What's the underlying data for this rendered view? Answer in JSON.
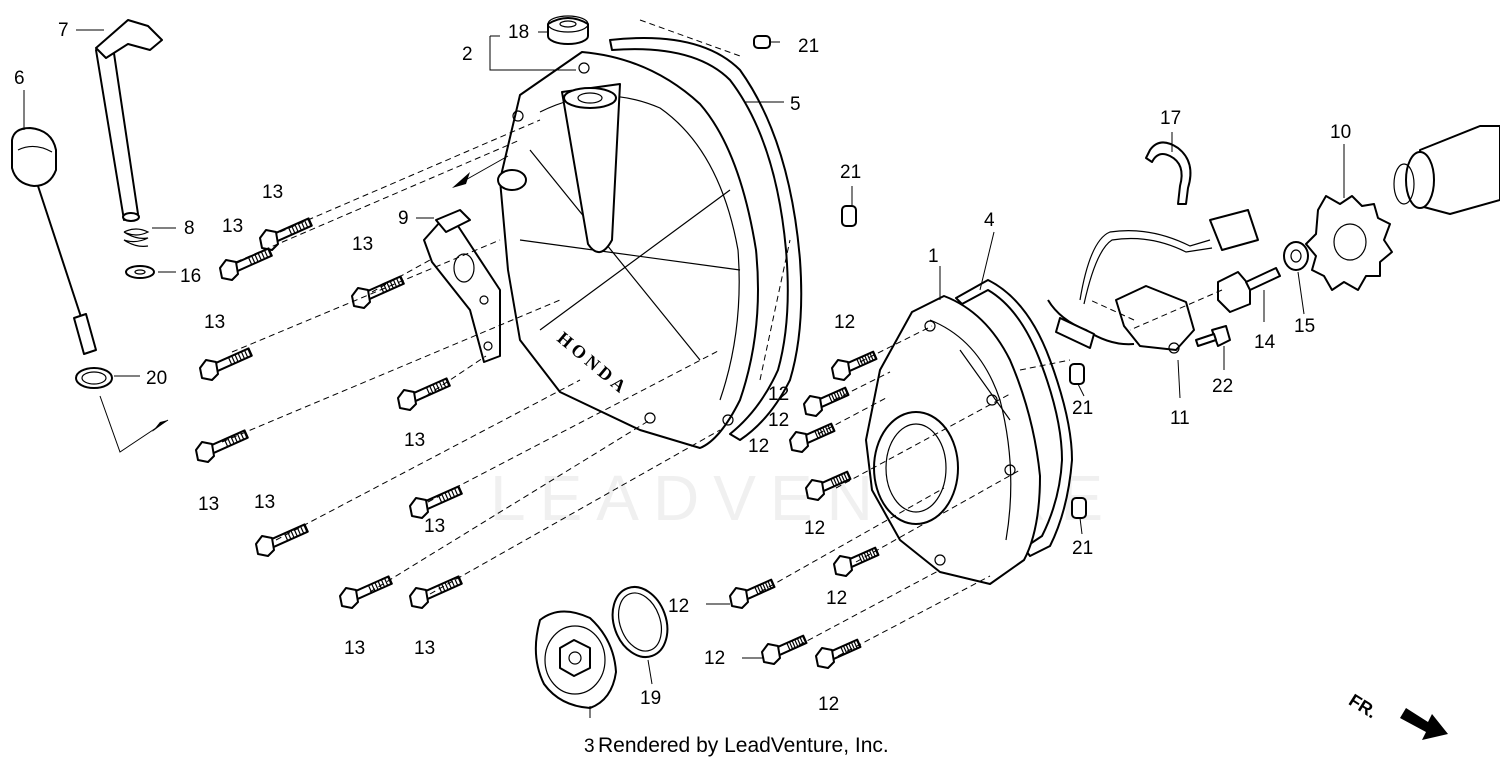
{
  "watermark": "LEADVENTURE",
  "credit": "Rendered by LeadVenture, Inc.",
  "front_marker": {
    "label": "FR."
  },
  "casting_text": "HONDA",
  "callouts": [
    {
      "id": "c1",
      "text": "1"
    },
    {
      "id": "c2",
      "text": "2"
    },
    {
      "id": "c3",
      "text": "3"
    },
    {
      "id": "c4",
      "text": "4"
    },
    {
      "id": "c5",
      "text": "5"
    },
    {
      "id": "c6",
      "text": "6"
    },
    {
      "id": "c7",
      "text": "7"
    },
    {
      "id": "c8",
      "text": "8"
    },
    {
      "id": "c9",
      "text": "9"
    },
    {
      "id": "c10",
      "text": "10"
    },
    {
      "id": "c11",
      "text": "11"
    },
    {
      "id": "c12a",
      "text": "12"
    },
    {
      "id": "c12b",
      "text": "12"
    },
    {
      "id": "c12c",
      "text": "12"
    },
    {
      "id": "c12d",
      "text": "12"
    },
    {
      "id": "c12e",
      "text": "12"
    },
    {
      "id": "c12f",
      "text": "12"
    },
    {
      "id": "c12g",
      "text": "12"
    },
    {
      "id": "c12h",
      "text": "12"
    },
    {
      "id": "c12i",
      "text": "12"
    },
    {
      "id": "c13a",
      "text": "13"
    },
    {
      "id": "c13b",
      "text": "13"
    },
    {
      "id": "c13c",
      "text": "13"
    },
    {
      "id": "c13d",
      "text": "13"
    },
    {
      "id": "c13e",
      "text": "13"
    },
    {
      "id": "c13f",
      "text": "13"
    },
    {
      "id": "c13g",
      "text": "13"
    },
    {
      "id": "c13h",
      "text": "13"
    },
    {
      "id": "c13i",
      "text": "13"
    },
    {
      "id": "c13j",
      "text": "13"
    },
    {
      "id": "c14",
      "text": "14"
    },
    {
      "id": "c15",
      "text": "15"
    },
    {
      "id": "c16",
      "text": "16"
    },
    {
      "id": "c17",
      "text": "17"
    },
    {
      "id": "c18",
      "text": "18"
    },
    {
      "id": "c19",
      "text": "19"
    },
    {
      "id": "c20",
      "text": "20"
    },
    {
      "id": "c21a",
      "text": "21"
    },
    {
      "id": "c21b",
      "text": "21"
    },
    {
      "id": "c21c",
      "text": "21"
    },
    {
      "id": "c21d",
      "text": "21"
    },
    {
      "id": "c22",
      "text": "22"
    }
  ]
}
